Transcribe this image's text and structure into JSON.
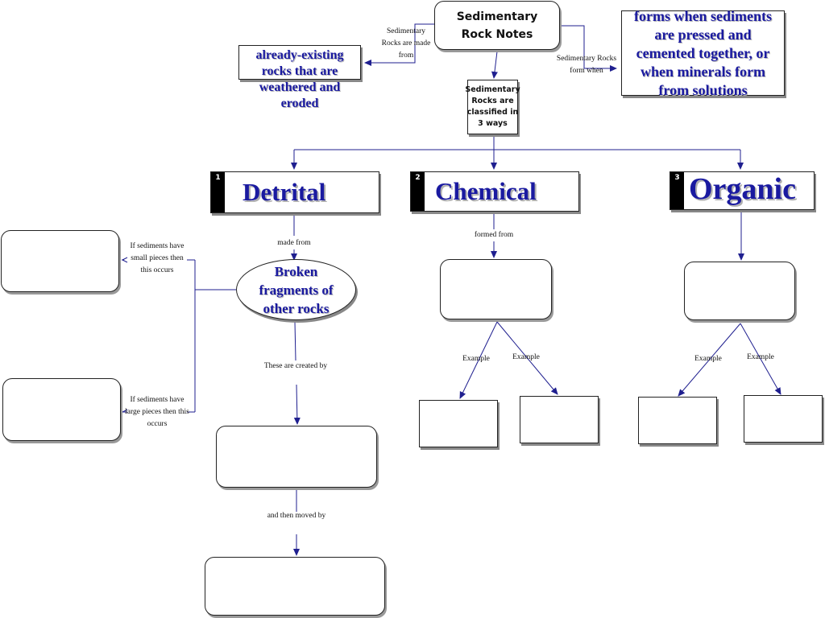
{
  "diagram": {
    "root": {
      "label": "Sedimentary Rock Notes"
    },
    "left_link": "Sedimentary Rocks are made from",
    "made_from_node": "already-existing rocks that are weathered and eroded",
    "right_link": "Sedimentary Rocks form when",
    "forms_when_node": "forms when sediments are pressed and cemented together, or when minerals form from solutions",
    "classified_node": "Sedimentary Rocks are classified in 3 ways",
    "categories": [
      {
        "number": "1",
        "label": "Detrital"
      },
      {
        "number": "2",
        "label": "Chemical"
      },
      {
        "number": "3",
        "label": "Organic"
      }
    ],
    "detrital": {
      "made_from_link": "made from",
      "fragments_node": "Broken fragments of other rocks",
      "small_pieces_link": "If sediments have small pieces then this occurs",
      "large_pieces_link": "If sediments have large pieces then this occurs",
      "created_by_link": "These are created by",
      "moved_by_link": "and then moved by"
    },
    "chemical": {
      "formed_from_link": "formed from",
      "example_left": "Example",
      "example_right": "Example"
    },
    "organic": {
      "example_left": "Example",
      "example_right": "Example"
    }
  },
  "colors": {
    "connector": "#1f1f8f",
    "accent_text": "#1a1aa0"
  }
}
